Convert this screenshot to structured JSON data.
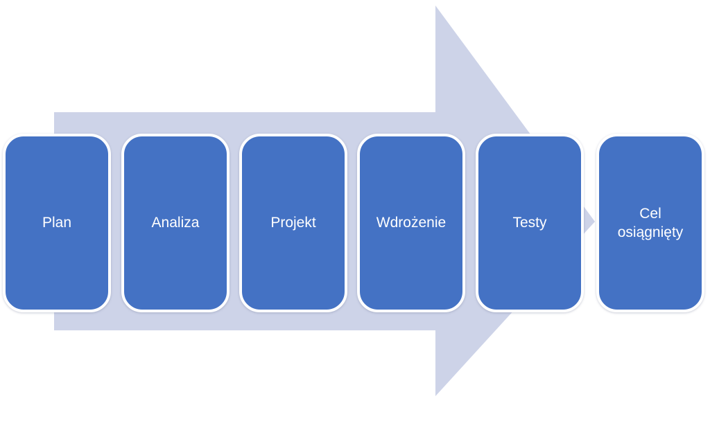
{
  "diagram": {
    "type": "process-arrow",
    "direction": "right",
    "colors": {
      "arrow_fill": "#CDD3E8",
      "box_fill": "#4472C4",
      "box_border": "#FFFFFF",
      "text": "#FFFFFF"
    },
    "steps": [
      {
        "label": "Plan"
      },
      {
        "label": "Analiza"
      },
      {
        "label": "Projekt"
      },
      {
        "label": "Wdrożenie"
      },
      {
        "label": "Testy"
      },
      {
        "label": "Cel osiągnięty"
      }
    ]
  }
}
